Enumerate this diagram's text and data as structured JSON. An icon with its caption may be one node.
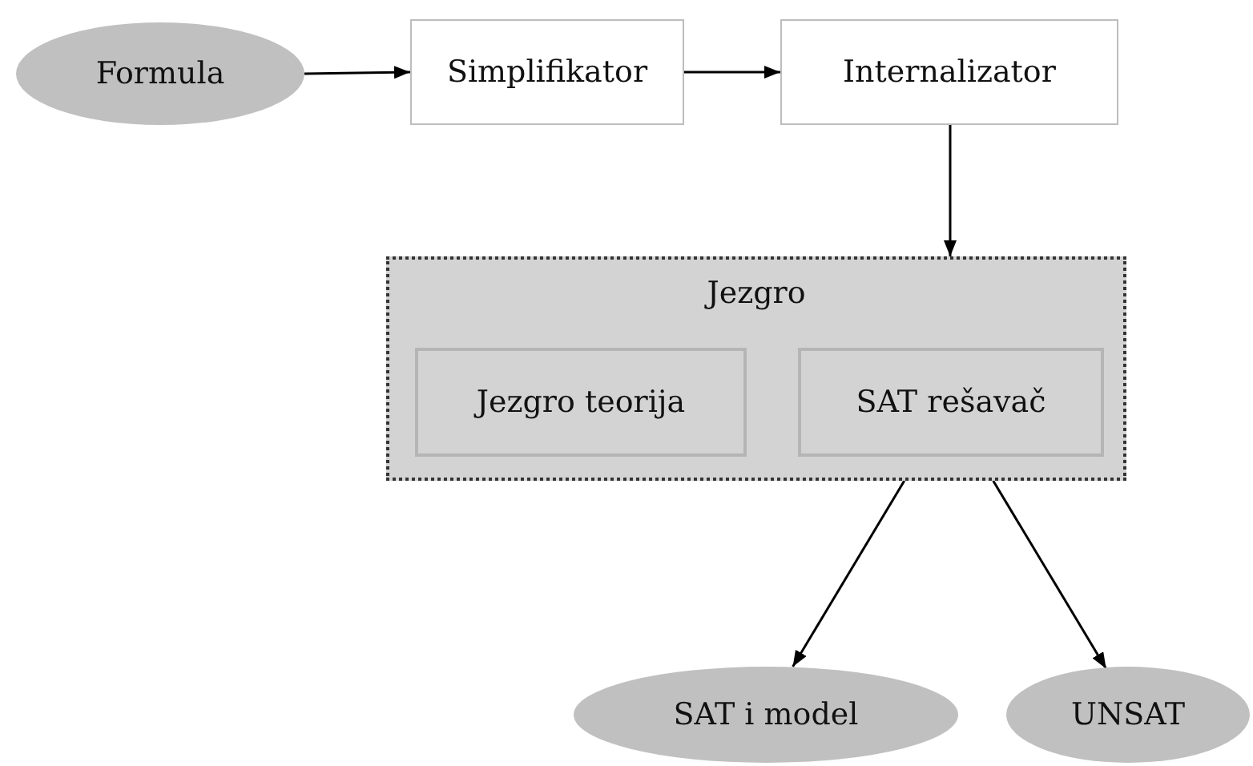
{
  "diagram": {
    "nodes": [
      {
        "text": [
          "Formula"
        ]
      },
      {
        "text": [
          "Simplifikator"
        ]
      },
      {
        "text": [
          "Internalizator"
        ]
      },
      {
        "text": [
          "Jezgro"
        ]
      },
      {
        "text": [
          "Jezgro teorija"
        ],
        "in": 3
      },
      {
        "text": [
          "SAT rešavač"
        ],
        "in": 3
      },
      {
        "text": [
          "SAT i model"
        ]
      },
      {
        "text": [
          "UNSAT"
        ]
      }
    ],
    "edges": [
      {
        "from": 0,
        "to": 1,
        "arrow": "to"
      },
      {
        "from": 1,
        "to": 2,
        "arrow": "to"
      },
      {
        "from": 2,
        "to": 3,
        "arrow": "to"
      },
      {
        "from": 3,
        "to": 6,
        "arrow": "to"
      },
      {
        "from": 3,
        "to": 7,
        "arrow": "to"
      }
    ]
  }
}
